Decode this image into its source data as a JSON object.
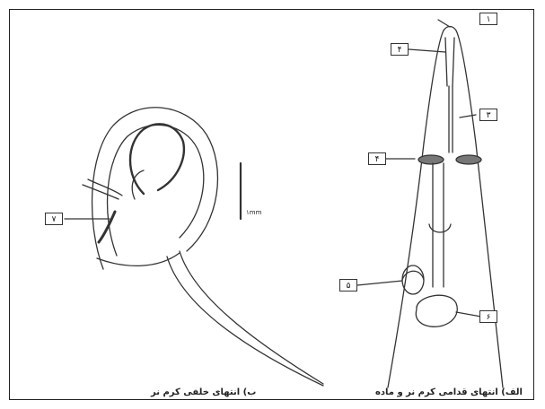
{
  "labels": {
    "l1": "۱",
    "l2": "۲",
    "l3": "۳",
    "l4": "۴",
    "l5": "۵",
    "l6": "۶",
    "l7": "۷"
  },
  "captions": {
    "left": "ب) انتهای خلفی کرم نر",
    "right": "الف) انتهای قدامی کرم نر و ماده"
  },
  "scale_bar": {
    "label": "۱mm"
  }
}
